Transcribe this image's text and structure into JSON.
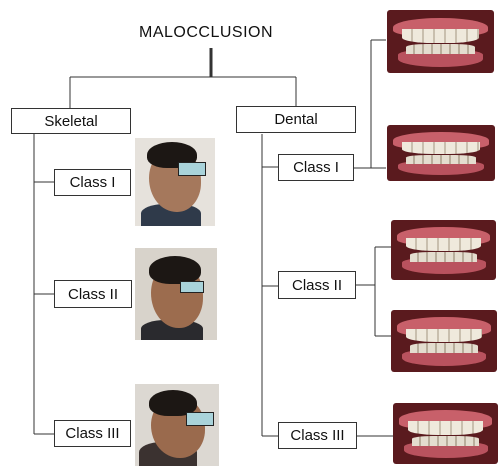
{
  "root": {
    "title": "MALOCCLUSION"
  },
  "skeletal": {
    "label": "Skeletal",
    "classes": [
      "Class I",
      "Class II",
      "Class III"
    ]
  },
  "dental": {
    "label": "Dental",
    "classes": [
      "Class I",
      "Class II",
      "Class III"
    ]
  },
  "photos": {
    "profiles": [
      "profile-photo-class-i",
      "profile-photo-class-ii",
      "profile-photo-class-iii"
    ],
    "teeth": [
      "teeth-photo-1",
      "teeth-photo-2",
      "teeth-photo-3",
      "teeth-photo-4",
      "teeth-photo-5"
    ],
    "eye_mask_color": "#a9d3da"
  }
}
